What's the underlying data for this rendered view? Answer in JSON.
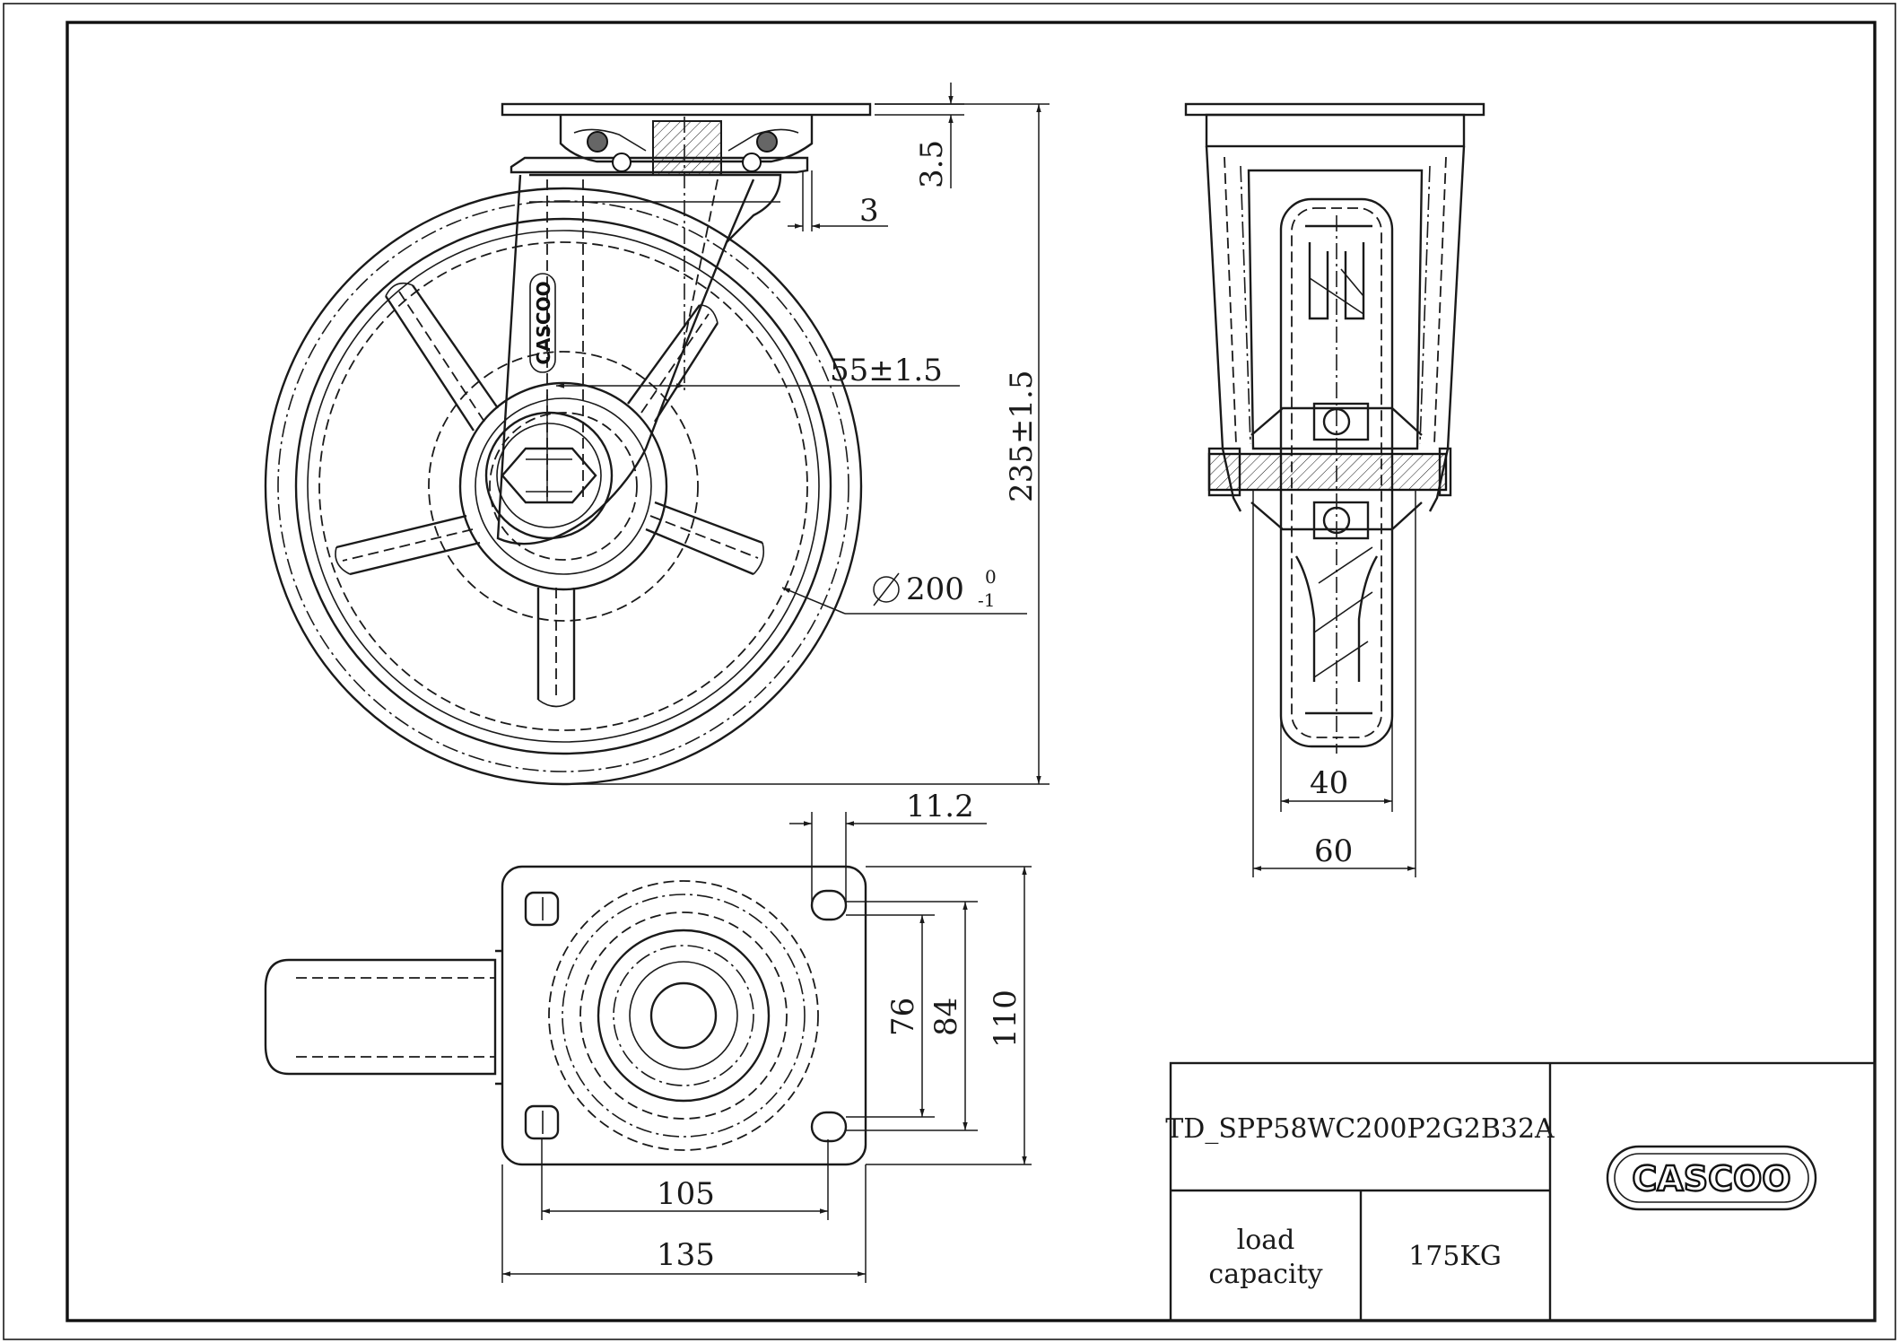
{
  "dimensions": {
    "plate_thickness": "3.5",
    "bearing_gap": "3",
    "offset": "55±1.5",
    "overall_height": "235±1.5",
    "wheel_diameter": "200",
    "wheel_tol_upper": "0",
    "wheel_tol_lower": "-1",
    "tread_width": "40",
    "fork_width": "60",
    "hole_offset": "11.2",
    "hole_spacing_inner": "76",
    "hole_spacing_outer": "84",
    "plate_width": "110",
    "hole_spacing_long": "105",
    "plate_length": "135"
  },
  "title_block": {
    "part_number": "TD_SPP58WC200P2G2B32A",
    "load_label": "load capacity",
    "load_label_line1": "load",
    "load_label_line2": "capacity",
    "load_value": "175KG",
    "logo_text": "CASCOO"
  },
  "colors": {
    "line": "#1a1a1a",
    "background": "#ffffff"
  }
}
